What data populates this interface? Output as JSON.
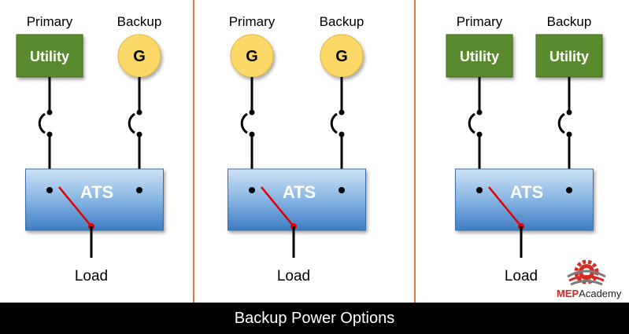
{
  "panels": [
    {
      "primary_label": "Primary",
      "backup_label": "Backup",
      "primary_source": {
        "kind": "utility",
        "text": "Utility"
      },
      "backup_source": {
        "kind": "generator",
        "text": "G"
      },
      "ats_label": "ATS",
      "load_label": "Load"
    },
    {
      "primary_label": "Primary",
      "backup_label": "Backup",
      "primary_source": {
        "kind": "generator",
        "text": "G"
      },
      "backup_source": {
        "kind": "generator",
        "text": "G"
      },
      "ats_label": "ATS",
      "load_label": "Load"
    },
    {
      "primary_label": "Primary",
      "backup_label": "Backup",
      "primary_source": {
        "kind": "utility",
        "text": "Utility"
      },
      "backup_source": {
        "kind": "utility",
        "text": "Utility"
      },
      "ats_label": "ATS",
      "load_label": "Load"
    }
  ],
  "logo": {
    "part1": "MEP",
    "part2": "Academy"
  },
  "footer": {
    "title": "Backup Power Options"
  },
  "colors": {
    "utility_fill": "#5a8a2e",
    "generator_fill": "#fcd869",
    "divider": "#e07b39",
    "switch_red": "#e00000",
    "footer_bg": "#000000"
  }
}
